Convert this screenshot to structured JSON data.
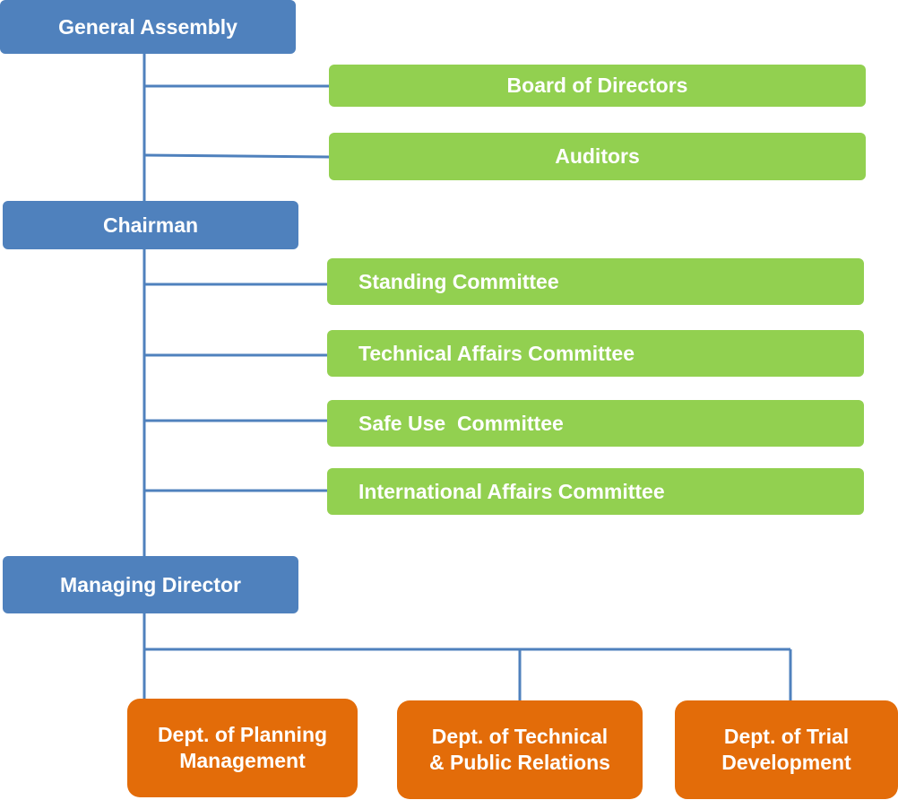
{
  "top": {
    "general_assembly": "General Assembly",
    "chairman": "Chairman",
    "managing_director": "Managing Director"
  },
  "board": {
    "board_of_directors": "Board of Directors",
    "auditors": "Auditors"
  },
  "committees": {
    "standing": "Standing Committee",
    "technical_affairs": "Technical Affairs Committee",
    "safe_use": "Safe Use  Committee",
    "international_affairs": "International Affairs Committee"
  },
  "departments": {
    "planning": [
      "Dept. of Planning",
      "Management"
    ],
    "technical_pr": [
      "Dept. of Technical",
      "& Public Relations"
    ],
    "trial": [
      "Dept. of Trial",
      "Development"
    ]
  },
  "colors": {
    "leadership": "#4f81bd",
    "boards_committees": "#92d050",
    "departments": "#e36c09",
    "connector": "#4f81bd"
  }
}
